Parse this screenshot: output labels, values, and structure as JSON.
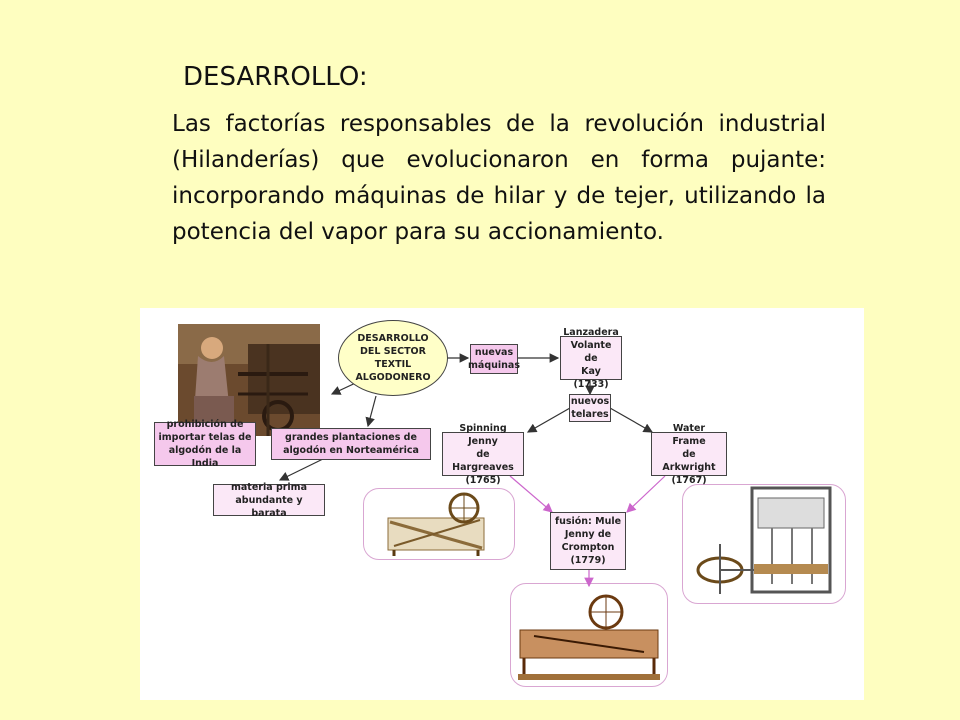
{
  "slide": {
    "heading": "DESARROLLO:",
    "paragraph": "Las factorías responsables de la revolución industrial (Hilanderías) que evolucionaron en forma pujante: incorporando máquinas de hilar y de tejer, utilizando la potencia del vapor para su accionamiento."
  },
  "diagram": {
    "center": "DESARROLLO\nDEL SECTOR\nTEXTIL\nALGODONERO",
    "nuevas_maquinas": "nuevas\nmáquinas",
    "lanzadera": "Lanzadera\nVolante de\nKay (1733)",
    "nuevos_telares": "nuevos\ntelares",
    "spinning_jenny": "Spinning Jenny\nde Hargreaves\n(1765)",
    "water_frame": "Water Frame\nde Arkwright\n(1767)",
    "fusion_mule": "fusión: Mule\nJenny de\nCrompton\n(1779)",
    "prohibicion": "prohibición de\nimportar telas de\nalgodón de la India",
    "plantaciones": "grandes plantaciones de\nalgodón en Norteamérica",
    "materia_prima": "materia prima\nabundante y barata"
  },
  "colors": {
    "background": "#fefec0",
    "node_pink": "#f5c8ec",
    "node_light": "#fbe8f7",
    "ellipse_fill": "#ffffc8",
    "arrow_dark": "#333333",
    "arrow_purple": "#cc66cc"
  }
}
